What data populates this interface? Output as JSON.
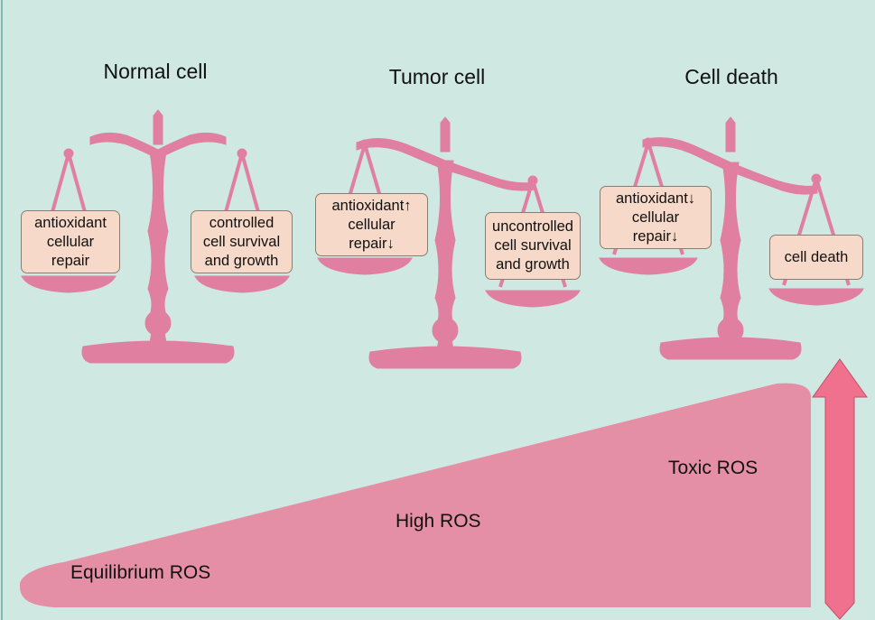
{
  "colors": {
    "background": "#cfe9e2",
    "scale_pink": "#e07f9f",
    "wedge_pink": "#e58fa6",
    "arrow_pink": "#f0718e",
    "box_fill": "#f6d9c8"
  },
  "panels": [
    {
      "title": "Normal cell",
      "left_box": [
        "antioxidant",
        "cellular",
        "repair"
      ],
      "right_box": [
        "controlled",
        "cell survival",
        "and growth"
      ]
    },
    {
      "title": "Tumor cell",
      "left_box": [
        "antioxidant↑",
        "cellular",
        "repair↓"
      ],
      "right_box": [
        "uncontrolled",
        "cell survival",
        "and growth"
      ]
    },
    {
      "title": "Cell death",
      "left_box": [
        "antioxidant↓",
        "cellular",
        "repair↓"
      ],
      "right_box": [
        "cell death"
      ]
    }
  ],
  "ros_levels": {
    "equilibrium": "Equilibrium ROS",
    "high": "High ROS",
    "toxic": "Toxic ROS"
  },
  "icons": [
    "balance-scale-icon",
    "up-arrow-icon"
  ]
}
